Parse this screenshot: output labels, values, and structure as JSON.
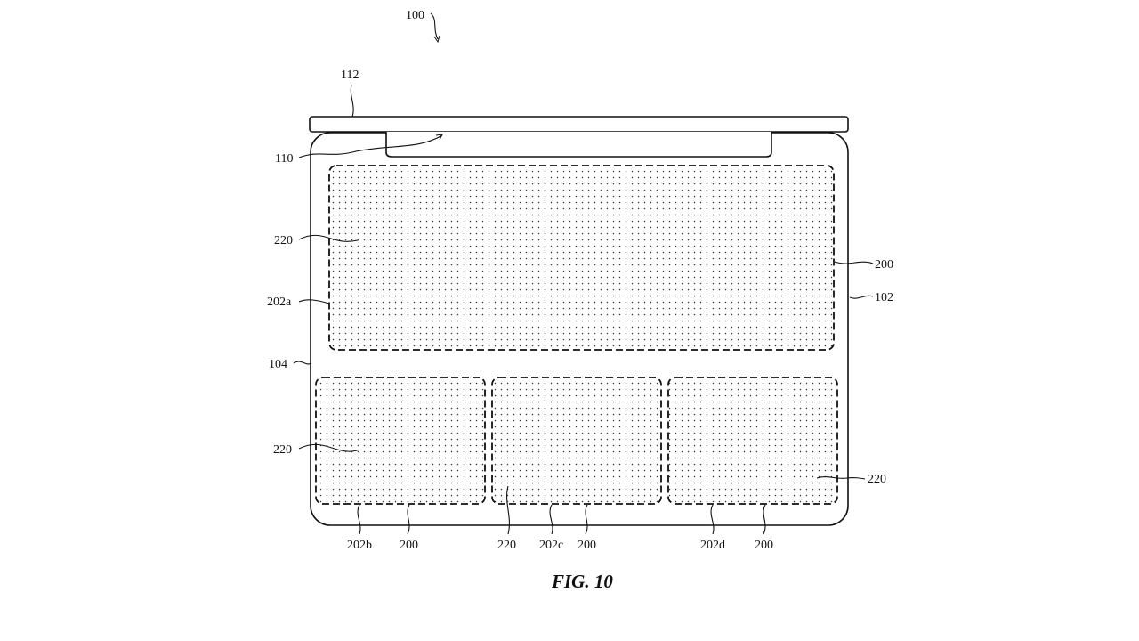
{
  "figure": {
    "caption": "FIG. 10",
    "labels": {
      "device": "100",
      "display": "112",
      "hinge": "110",
      "housing_side": "104",
      "housing_edge": "102",
      "region_main": "202a",
      "region_left": "202b",
      "region_middle": "202c",
      "region_right": "202d",
      "fabric": "200",
      "perforations": "220"
    }
  }
}
